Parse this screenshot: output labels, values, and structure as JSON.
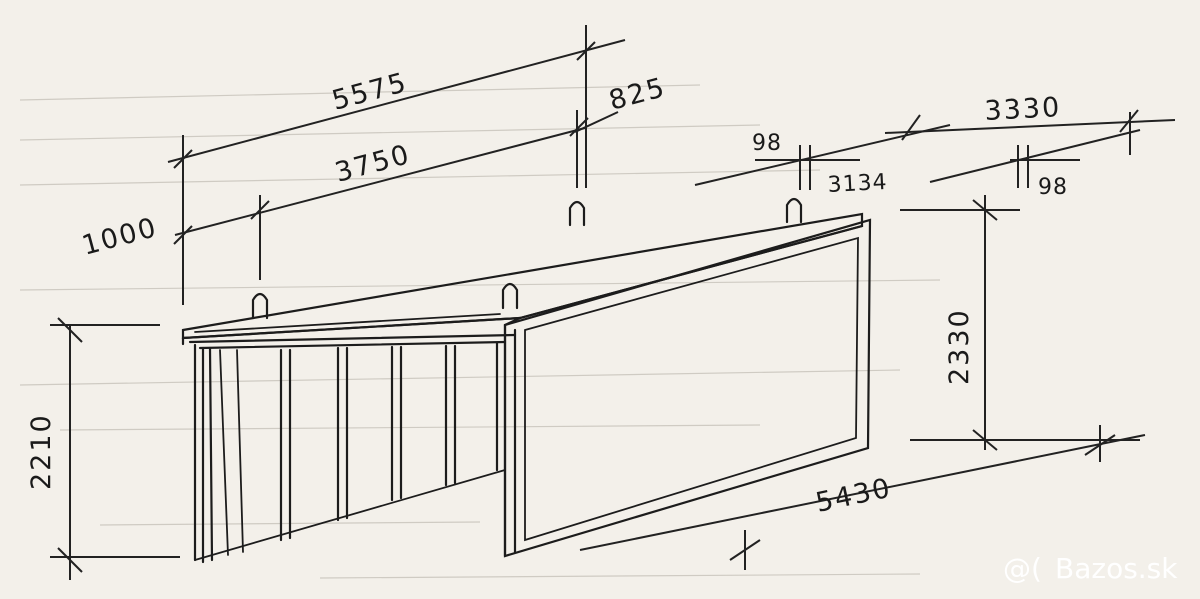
{
  "dimensions": {
    "overall_length": "5575",
    "inner_length": "3750",
    "overhang": "825",
    "front_offset": "1000",
    "width_outer": "3330",
    "width_inner": "3134",
    "wall_left": "98",
    "wall_right": "98",
    "height_front": "2210",
    "height_side": "2330",
    "side_length": "5430"
  },
  "watermark": {
    "text": "Bazos.sk"
  },
  "colors": {
    "paper": "#f3f0ea",
    "ink": "#1c1c1c"
  }
}
